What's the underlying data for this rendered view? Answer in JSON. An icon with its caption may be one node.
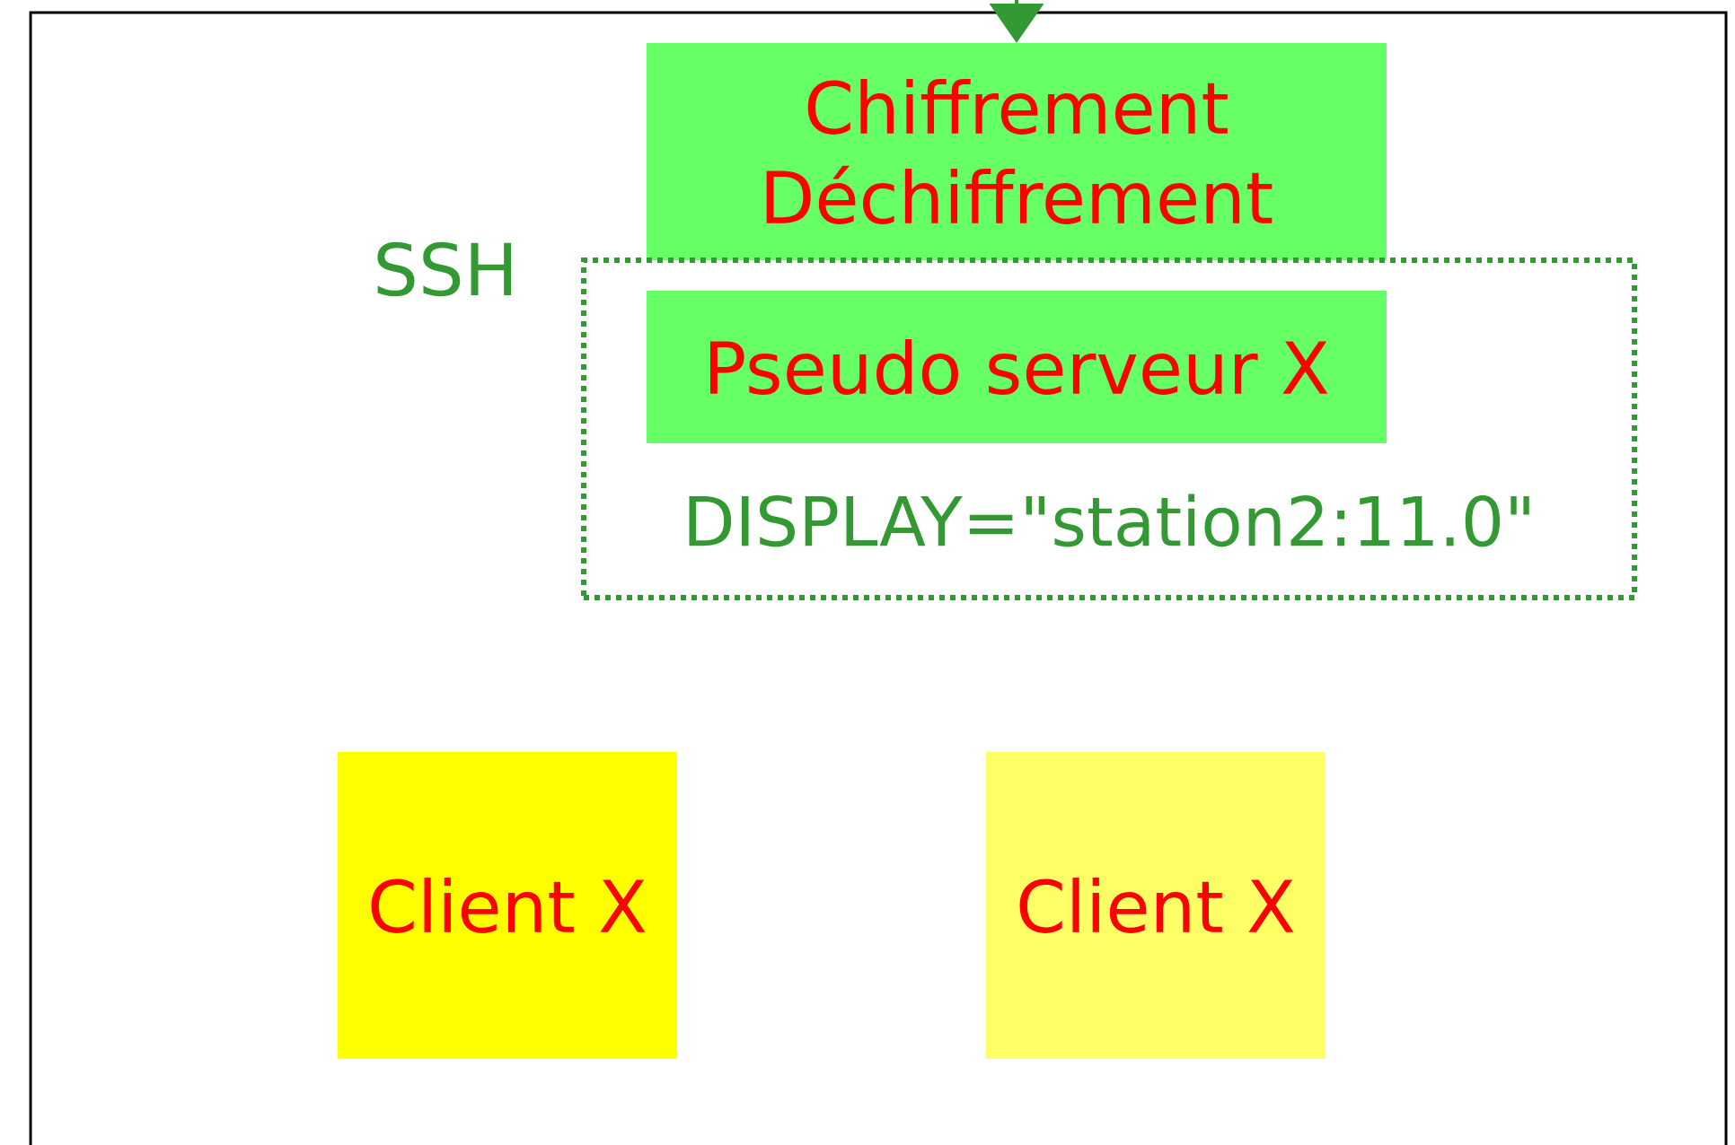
{
  "diagram": {
    "nodes": [
      {
        "text": [],
        "shape": "box"
      },
      {
        "text": [
          "Chiffrement Déchiffrement"
        ],
        "in": 0
      },
      {
        "text": [
          "DISPLAY=\"station2:11.0\""
        ],
        "in": 0
      },
      {
        "text": [
          "Pseudo serveur X"
        ],
        "in": 2
      },
      {
        "text": [
          "Client X"
        ],
        "in": 0
      },
      {
        "text": [
          "Client X"
        ],
        "in": 0
      }
    ],
    "edges": [
      {
        "from": null,
        "to": 1,
        "arrow": "to"
      }
    ],
    "labels": [
      "SSH"
    ]
  }
}
